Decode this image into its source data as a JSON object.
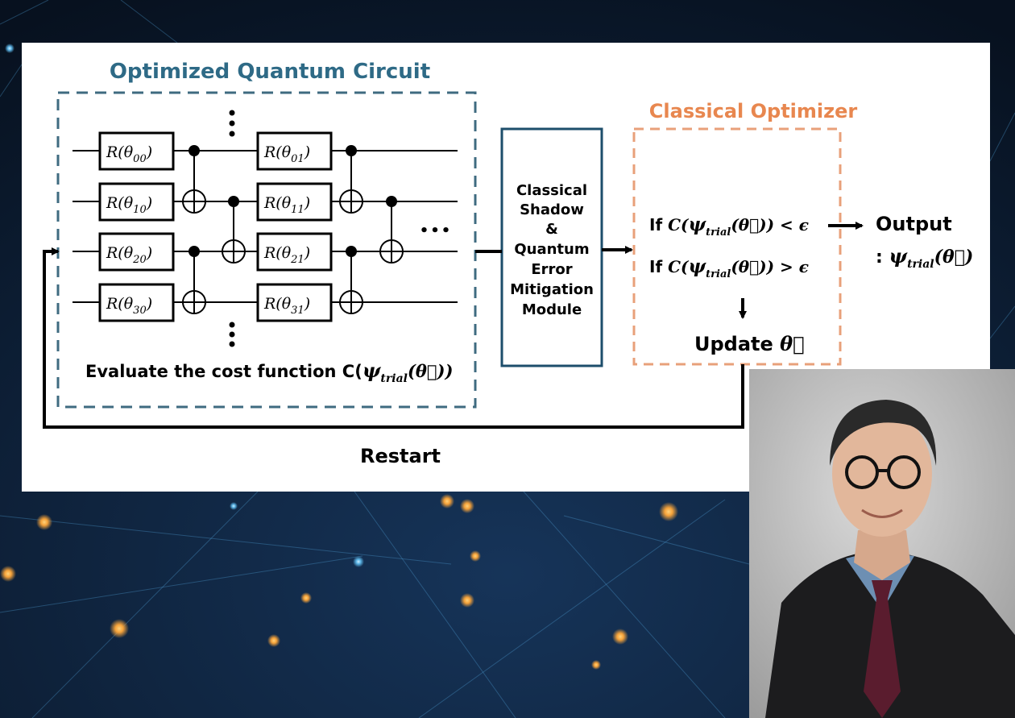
{
  "diagram": {
    "circuit_title": "Optimized Quantum Circuit",
    "optimizer_title": "Classical Optimizer",
    "gates": [
      {
        "label": "R(θ",
        "sub": "00",
        "close": ")"
      },
      {
        "label": "R(θ",
        "sub": "10",
        "close": ")"
      },
      {
        "label": "R(θ",
        "sub": "20",
        "close": ")"
      },
      {
        "label": "R(θ",
        "sub": "30",
        "close": ")"
      },
      {
        "label": "R(θ",
        "sub": "01",
        "close": ")"
      },
      {
        "label": "R(θ",
        "sub": "11",
        "close": ")"
      },
      {
        "label": "R(θ",
        "sub": "21",
        "close": ")"
      },
      {
        "label": "R(θ",
        "sub": "31",
        "close": ")"
      }
    ],
    "vdots": "⋮",
    "hdots": "•••",
    "evaluate_text": "Evaluate the cost function C(",
    "psi": "ψ",
    "trial_sub": "trial",
    "theta_vec": "(θ⃗))",
    "module_lines": [
      "Classical",
      "Shadow",
      "&",
      "Quantum",
      "Error",
      "Mitigation",
      "Module"
    ],
    "cond1": {
      "prefix": "If ",
      "c": "C(",
      "psi": "ψ",
      "sub": "trial",
      "tail": "(θ⃗)) < ϵ"
    },
    "cond2": {
      "prefix": "If ",
      "c": "C(",
      "psi": "ψ",
      "sub": "trial",
      "tail": "(θ⃗)) > ϵ"
    },
    "update_text": "Update ",
    "update_theta": "θ⃗",
    "output_label": "Output",
    "output_prefix": ": ",
    "output_psi": "ψ",
    "output_sub": "trial",
    "output_tail": "(θ⃗)",
    "restart_label": "Restart"
  },
  "colors": {
    "circuit_title": "#2e6a86",
    "circuit_border": "#3f6b80",
    "optimizer_title": "#e8874f",
    "optimizer_border": "#e8a07a",
    "module_border": "#1d4e6b",
    "background": "#0b1a30",
    "glow": "#f5a23a"
  }
}
